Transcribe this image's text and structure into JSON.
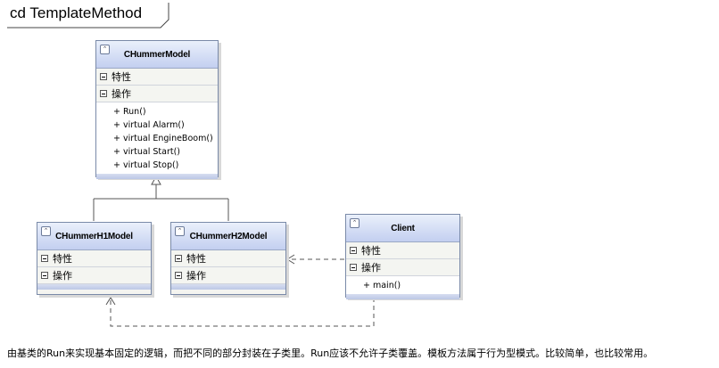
{
  "diagram": {
    "frame_title": "cd TemplateMethod"
  },
  "classes": {
    "model": {
      "name": "CHummerModel",
      "attributes_label": "特性",
      "operations_label": "操作",
      "operations": [
        "+ Run()",
        "+ virtual Alarm()",
        "+ virtual EngineBoom()",
        "+ virtual Start()",
        "+ virtual Stop()"
      ]
    },
    "h1": {
      "name": "CHummerH1Model",
      "attributes_label": "特性",
      "operations_label": "操作"
    },
    "h2": {
      "name": "CHummerH2Model",
      "attributes_label": "特性",
      "operations_label": "操作"
    },
    "client": {
      "name": "Client",
      "attributes_label": "特性",
      "operations_label": "操作",
      "operations": [
        "+ main()"
      ]
    }
  },
  "caption": "由基类的Run来实现基本固定的逻辑，而把不同的部分封装在子类里。Run应该不允许子类覆盖。模板方法属于行为型模式。比较简单，也比较常用。"
}
